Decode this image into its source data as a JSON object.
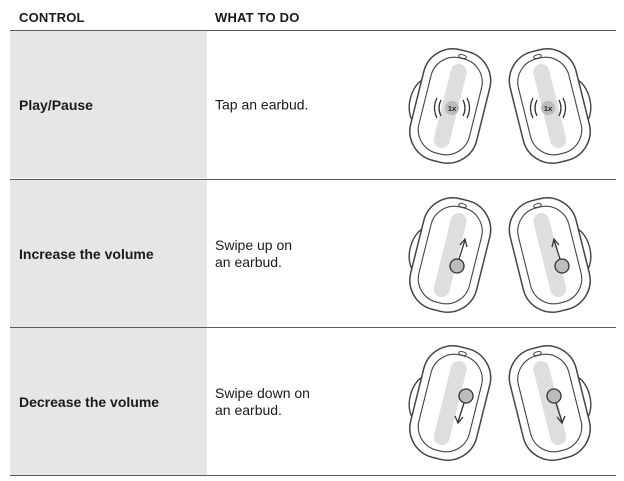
{
  "header": {
    "control": "CONTROL",
    "what_to_do": "WHAT TO DO"
  },
  "rows": [
    {
      "control": "Play/Pause",
      "what_line1": "Tap an earbud.",
      "what_line2": "",
      "gesture": "tap",
      "tap_label": "1x"
    },
    {
      "control": "Increase the volume",
      "what_line1": "Swipe up on",
      "what_line2": "an earbud.",
      "gesture": "swipe-up"
    },
    {
      "control": "Decrease the volume",
      "what_line1": "Swipe down on",
      "what_line2": "an earbud.",
      "gesture": "swipe-down"
    }
  ]
}
